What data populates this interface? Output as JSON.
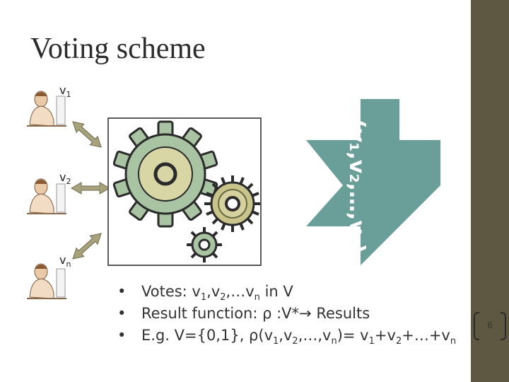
{
  "slide": {
    "title": "Voting scheme",
    "page_number": "6"
  },
  "voters": [
    {
      "label": "v",
      "sub": "1"
    },
    {
      "label": "v",
      "sub": "2"
    },
    {
      "label": "v",
      "sub": "n"
    }
  ],
  "arrow_text": "(v₁,v₂,…,vₙ)",
  "bullets": [
    {
      "parts": [
        "Votes: v",
        "1",
        ",v",
        "2",
        ",…v",
        "n",
        " in V"
      ]
    },
    {
      "parts": [
        "Result function: ρ :V*→ Results"
      ]
    },
    {
      "parts": [
        "E.g. V={0,1}, ρ(v",
        "1",
        ",v",
        "2",
        ",…,v",
        "n",
        ")= v",
        "1",
        "+v",
        "2",
        "+…+v",
        "n"
      ]
    }
  ],
  "colors": {
    "sidebar": "#5e5843",
    "arrow": "#6a9e99",
    "gear_big": "#a9c4a2",
    "gear_mid": "#c9c48a"
  },
  "icons": [
    "voter-at-desk-icon",
    "double-arrow-icon",
    "gear-icon",
    "big-arrow-icon"
  ]
}
